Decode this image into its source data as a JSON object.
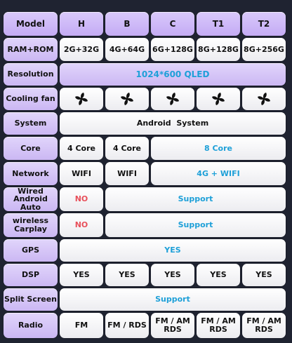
{
  "headers": {
    "model": "Model",
    "h": "H",
    "b": "B",
    "c": "C",
    "t1": "T1",
    "t2": "T2"
  },
  "ram_rom": {
    "label": "RAM+ROM",
    "h": "2G+32G",
    "b": "4G+64G",
    "c": "6G+128G",
    "t1": "8G+128G",
    "t2": "8G+256G"
  },
  "resolution": {
    "label": "Resolution",
    "all": "1024*600 QLED"
  },
  "cooling_fan": {
    "label": "Cooling fan",
    "icon": "fan-icon"
  },
  "system": {
    "label": "System",
    "all": "Android  System"
  },
  "core": {
    "label": "Core",
    "h": "4 Core",
    "b": "4 Core",
    "c_to_t2": "8 Core"
  },
  "network": {
    "label": "Network",
    "h": "WIFI",
    "b": "WIFI",
    "c_to_t2": "4G + WIFI"
  },
  "wired_android_auto": {
    "label_line1": "Wired",
    "label_line2": "Android Auto",
    "h": "NO",
    "b_to_t2": "Support"
  },
  "wireless_carplay": {
    "label_line1": "wireless",
    "label_line2": "Carplay",
    "h": "NO",
    "b_to_t2": "Support"
  },
  "gps": {
    "label": "GPS",
    "all": "YES"
  },
  "dsp": {
    "label": "DSP",
    "h": "YES",
    "b": "YES",
    "c": "YES",
    "t1": "YES",
    "t2": "YES"
  },
  "split_screen": {
    "label": "Split Screen",
    "all": "Support"
  },
  "radio": {
    "label": "Radio",
    "h": "FM",
    "b": "FM / RDS",
    "c_line1": "FM / AM",
    "c_line2": "RDS",
    "t1_line1": "FM / AM",
    "t1_line2": "RDS",
    "t2_line1": "FM / AM",
    "t2_line2": "RDS"
  },
  "colors": {
    "label_bg": "#cbb7f3",
    "value_bg": "#ffffff",
    "accent_cyan": "#1ea0d8",
    "accent_red": "#e8505b",
    "page_bg": "#1f2331"
  }
}
